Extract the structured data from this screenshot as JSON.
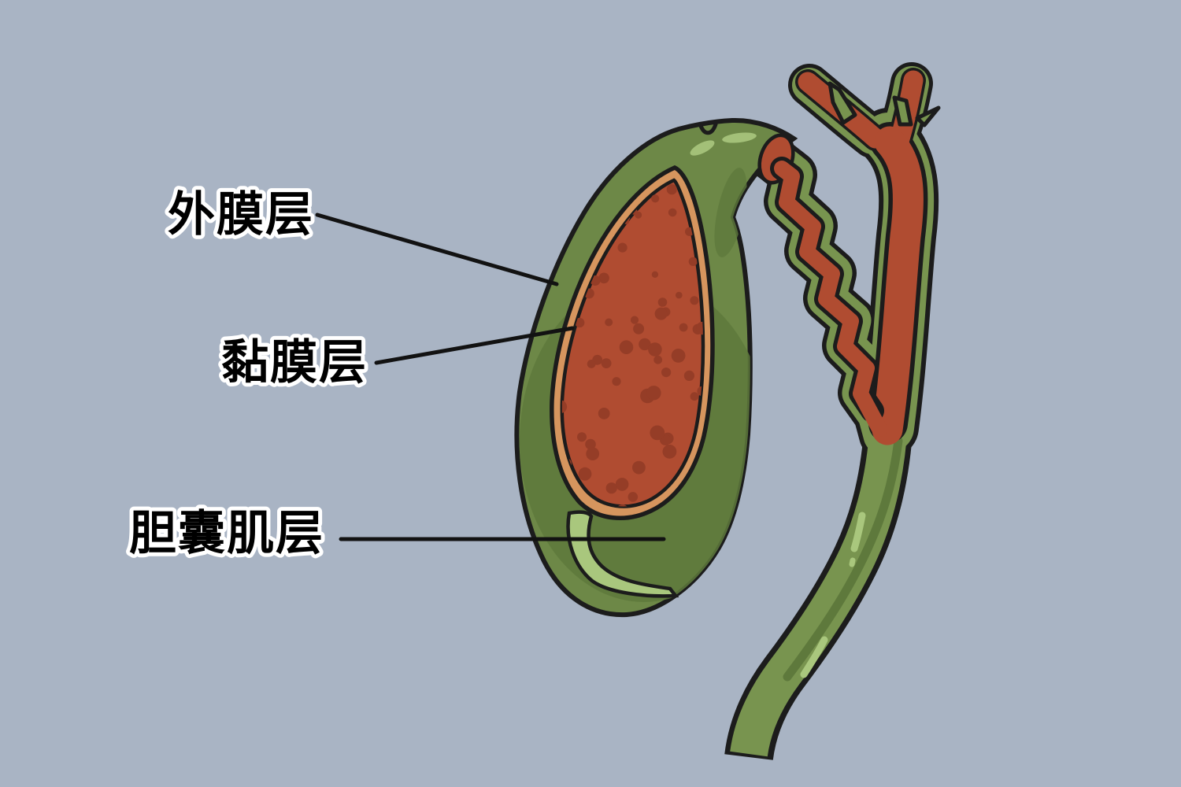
{
  "colors": {
    "background": "#a9b4c4",
    "outline": "#1c1c1c",
    "body_green": "#6d8847",
    "duct_green": "#78944f",
    "shade_green": "#5e793c",
    "highlight_green": "#a9c77d",
    "mucosa_orange": "#d6955e",
    "lumen_red": "#b04c31",
    "dot_red": "#953d27",
    "label_fill": "#000000",
    "label_outline": "#ffffff",
    "leader_line": "#121212"
  },
  "labels": {
    "outer_membrane": {
      "text": "外膜层"
    },
    "mucosa": {
      "text": "黏膜层"
    },
    "muscle": {
      "text": "胆囊肌层"
    }
  }
}
